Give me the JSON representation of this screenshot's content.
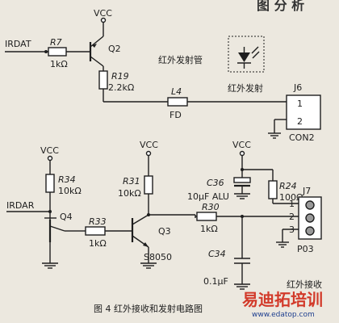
{
  "header_fragment": "图 分 析",
  "power_label": "VCC",
  "ir_emitter_label": "红外发射管",
  "ir_emit_title": "红外发射",
  "ir_recv_title": "红外接收",
  "caption": "图 4 红外接收和发射电路图",
  "watermark": {
    "main": "易迪拓培训",
    "url": "www.edatop.com"
  },
  "components": {
    "irdat": "IRDAT",
    "irdar": "IRDAR",
    "r7": {
      "ref": "R7",
      "value": "1kΩ"
    },
    "r19": {
      "ref": "R19",
      "value": "2.2kΩ"
    },
    "q2": "Q2",
    "l4": {
      "ref": "L4",
      "value": "FD"
    },
    "j6": {
      "ref": "J6",
      "type": "CON2",
      "pins": [
        "1",
        "2"
      ]
    },
    "r34": {
      "ref": "R34",
      "value": "10kΩ"
    },
    "q4": "Q4",
    "r33": {
      "ref": "R33",
      "value": "1kΩ"
    },
    "r31": {
      "ref": "R31",
      "value": "10kΩ"
    },
    "q3": {
      "ref": "Q3",
      "part": "S8050"
    },
    "r30": {
      "ref": "R30",
      "value": "1kΩ"
    },
    "c36": {
      "ref": "C36",
      "value": "10μF ALU"
    },
    "r24": {
      "ref": "R24",
      "value": "100Ω"
    },
    "c34": {
      "ref": "C34",
      "value": "0.1μF"
    },
    "j7": {
      "ref": "J7",
      "type": "P03",
      "pins": [
        "1",
        "2",
        "3"
      ]
    }
  }
}
